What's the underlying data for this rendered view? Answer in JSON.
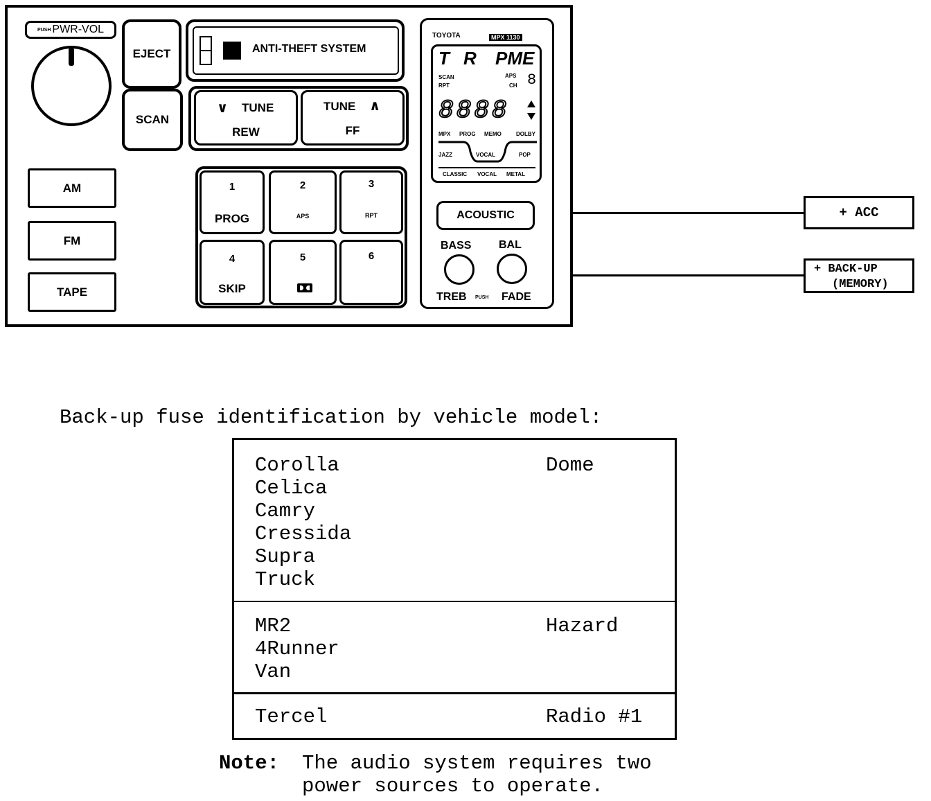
{
  "radio": {
    "pwr_vol_label": "PWR-VOL",
    "pwr_vol_prefix": "PUSH",
    "eject_label": "EJECT",
    "scan_label": "SCAN",
    "anti_theft_label": "ANTI-THEFT SYSTEM",
    "tune_down": {
      "arrow": "∨",
      "label": "TUNE",
      "sub": "REW"
    },
    "tune_up": {
      "arrow": "∧",
      "label": "TUNE",
      "sub": "FF"
    },
    "band_buttons": [
      "AM",
      "FM",
      "TAPE"
    ],
    "presets": [
      {
        "number": "1",
        "label": "PROG"
      },
      {
        "number": "2",
        "label": "APS"
      },
      {
        "number": "3",
        "label": "RPT"
      },
      {
        "number": "4",
        "label": "SKIP"
      },
      {
        "number": "5",
        "label": ""
      },
      {
        "number": "6",
        "label": ""
      }
    ],
    "display": {
      "brand": "TOYOTA",
      "model_badge": "MPX 1130",
      "top_glyphs": [
        "T",
        "R",
        "PME"
      ],
      "left_indicators": [
        "SCAN",
        "RPT"
      ],
      "right_indicators": [
        "APS",
        "CH"
      ],
      "digits": "8888",
      "bottom_labels": [
        "MPX",
        "PROG",
        "MEMO",
        "DOLBY"
      ],
      "eq_left": "JAZZ",
      "eq_mid": "VOCAL",
      "eq_right": "POP",
      "eq_bottom": [
        "CLASSIC",
        "VOCAL",
        "METAL"
      ]
    },
    "acoustic_label": "ACOUSTIC",
    "bass_label": "BASS",
    "bal_label": "BAL",
    "treb_label": "TREB",
    "fade_label": "FADE",
    "knob_push_label": "PUSH"
  },
  "connectors": {
    "acc": "+ ACC",
    "backup_line1": "+ BACK-UP",
    "backup_line2": "(MEMORY)"
  },
  "fuse_table": {
    "heading": "Back-up fuse identification by vehicle model:",
    "groups": [
      {
        "models": [
          "Corolla",
          "Celica",
          "Camry",
          "Cressida",
          "Supra",
          "Truck"
        ],
        "fuse": "Dome"
      },
      {
        "models": [
          "MR2",
          "4Runner",
          "Van"
        ],
        "fuse": "Hazard"
      },
      {
        "models": [
          "Tercel"
        ],
        "fuse": "Radio #1"
      }
    ]
  },
  "note": {
    "label": "Note:",
    "line1": "The audio system requires two",
    "line2": "power sources to operate."
  }
}
